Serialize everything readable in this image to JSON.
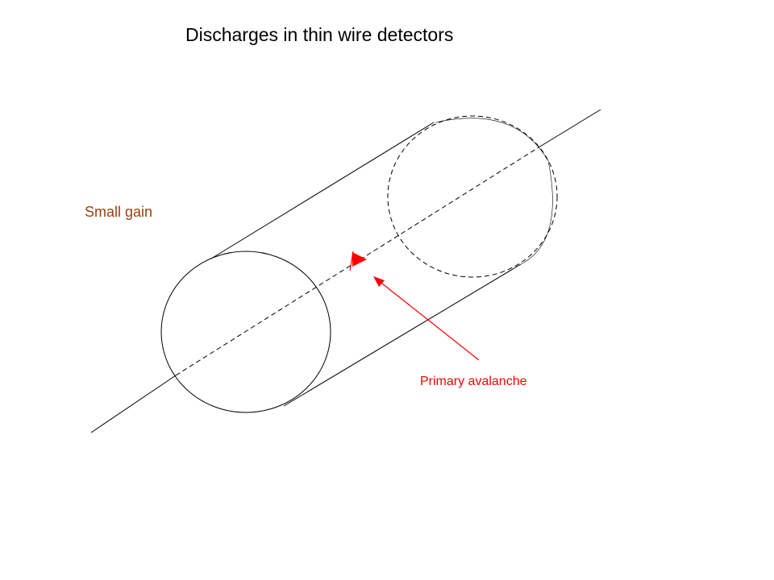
{
  "slide": {
    "title": "Discharges in thin wire detectors",
    "gain_label": "Small gain",
    "avalanche_label": "Primary avalanche"
  },
  "colors": {
    "text": "#000000",
    "gain_label": "#9c3f0f",
    "annotation": "#ff0000",
    "line": "#000000",
    "background": "#ffffff"
  }
}
